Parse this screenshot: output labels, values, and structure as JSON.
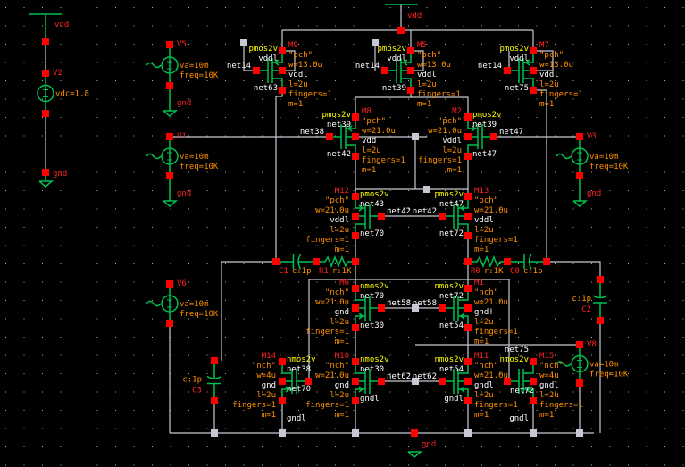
{
  "colors": {
    "background": "#000000",
    "wire": "#c8c8d4",
    "device": "#00c050",
    "pin": "#ff0000",
    "instance_name": "#ff2020",
    "cell_name": "#ffff00",
    "parameter": "#ff9000",
    "net": "#ffffff",
    "grid": "#b0b0b0"
  },
  "pins": {
    "vdd": "vdd",
    "gnd": "gnd"
  },
  "transistors": [
    {
      "name": "M9",
      "cell": "pmos2v",
      "model": "\"pch\"",
      "w": "w=13.0u",
      "bulk": "vddl",
      "l": "l=2u",
      "fingers": "fingers=1",
      "m": "m=1",
      "net_top": "vddl",
      "net_gate": "net14",
      "net_bottom": "net63"
    },
    {
      "name": "M5",
      "cell": "pmos2v",
      "model": "\"pch\"",
      "w": "w=13.0u",
      "bulk": "vddl",
      "l": "l=2u",
      "fingers": "fingers=1",
      "m": "m=1",
      "net_top": "vddl",
      "net_gate": "net14",
      "net_bottom": "net39"
    },
    {
      "name": "M7",
      "cell": "pmos2v",
      "model": "\"pch\"",
      "w": "w=13.0u",
      "bulk": "vddl",
      "l": "l=2u",
      "fingers": "fingers=1",
      "m": "m=1",
      "net_top": "vddl",
      "net_gate": "net14",
      "net_bottom": "net75"
    },
    {
      "name": "M8",
      "cell": "pmos2v",
      "model": "\"pch\"",
      "w": "w=21.0u",
      "bulk": "vdd",
      "l": "l=2u",
      "fingers": "fingers=1",
      "m": "m=1",
      "net_top": "net39",
      "net_gate": "net38",
      "net_bottom": "net42"
    },
    {
      "name": "M2",
      "cell": "pmos2v",
      "model": "\"pch\"",
      "w": "w=21.0u",
      "bulk": "vddl",
      "l": "l=2u",
      "fingers": "fingers=1",
      "m": "m=1",
      "net_top": "net39",
      "net_gate": "net47",
      "net_bottom": "net47"
    },
    {
      "name": "M12",
      "cell": "pmos2v",
      "model": "\"pch\"",
      "w": "w=21.0u",
      "bulk": "vddl",
      "l": "l=2u",
      "fingers": "fingers=1",
      "m": "m=1",
      "net_top": "net43",
      "net_gate": "net42",
      "net_bottom": "net70"
    },
    {
      "name": "M13",
      "cell": "pmos2v",
      "model": "\"pch\"",
      "w": "w=21.0u",
      "bulk": "vddl",
      "l": "l=2u",
      "fingers": "fingers=1",
      "m": "m=1",
      "net_top": "net47",
      "net_gate": "net42",
      "net_bottom": "net72"
    },
    {
      "name": "M6",
      "cell": "nmos2v",
      "model": "\"nch\"",
      "w": "w=21.0u",
      "bulk": "gnd",
      "l": "l=2u",
      "fingers": "fingers=1",
      "m": "m=1",
      "net_top": "net70",
      "net_gate": "net58",
      "net_bottom": "net30"
    },
    {
      "name": "M1",
      "cell": "nmos2v",
      "model": "\"nch\"",
      "w": "w=21.0u",
      "bulk": "gnd!",
      "l": "l=2u",
      "fingers": "fingers=1",
      "m": "m=1",
      "net_top": "net72",
      "net_gate": "net58",
      "net_bottom": "net54"
    },
    {
      "name": "M14",
      "cell": "nmos2v",
      "model": "\"nch\"",
      "w": "w=4u",
      "bulk": "gnd",
      "l": "l=2u",
      "fingers": "fingers=1",
      "m": "m=1",
      "net_top": "net38",
      "net_gate": "net70",
      "net_bottom": "gndl"
    },
    {
      "name": "M10",
      "cell": "nmos2v",
      "model": "\"nch\"",
      "w": "w=21.0u",
      "bulk": "gnd",
      "l": "l=2u",
      "fingers": "fingers=1",
      "m": "m=1",
      "net_top": "net30",
      "net_gate": "net62",
      "net_bottom": "gndl"
    },
    {
      "name": "M11",
      "cell": "nmos2v",
      "model": "\"nch\"",
      "w": "w=21.0u",
      "bulk": "gndl",
      "l": "l=2u",
      "fingers": "fingers=1",
      "m": "m=1",
      "net_top": "net54",
      "net_gate": "net62",
      "net_bottom": "gndl"
    },
    {
      "name": "M15",
      "cell": "nmos2v",
      "model": "\"nch\"",
      "w": "w=4u",
      "bulk": "gndl",
      "l": "l=2u",
      "fingers": "fingers=1",
      "m": "m=1",
      "net_top": "net75",
      "net_gate": "net72",
      "net_bottom": "gndl"
    }
  ],
  "sources": [
    {
      "name": "V5",
      "kind": "vsin",
      "p1": "va=10m",
      "p2": "freq=10K",
      "ground": "gnd"
    },
    {
      "name": "V1",
      "kind": "vsin",
      "p1": "va=10m",
      "p2": "freq=10K",
      "ground": "gnd"
    },
    {
      "name": "V3",
      "kind": "vsin",
      "p1": "va=10m",
      "p2": "freq=10K",
      "ground": "gnd"
    },
    {
      "name": "V2",
      "kind": "vdc",
      "p1": "vdc=1.8",
      "p2": "",
      "ground": "gnd",
      "top_net": "vdd"
    },
    {
      "name": "V6",
      "kind": "vsin",
      "p1": "va=10m",
      "p2": "freq=10K",
      "ground": ""
    },
    {
      "name": "V8",
      "kind": "vsin",
      "p1": "va=10m",
      "p2": "freq=10K",
      "ground": ""
    }
  ],
  "passives": [
    {
      "name": "C1",
      "kind": "cap",
      "value": "c:1p"
    },
    {
      "name": "R1",
      "kind": "res",
      "value": "r:1K"
    },
    {
      "name": "R0",
      "kind": "res",
      "value": "r:1K"
    },
    {
      "name": "C0",
      "kind": "cap",
      "value": "c:1p"
    },
    {
      "name": "C2",
      "kind": "cap",
      "value": "c:1p"
    },
    {
      "name": "C3",
      "kind": "cap",
      "value": "c:1p"
    }
  ]
}
